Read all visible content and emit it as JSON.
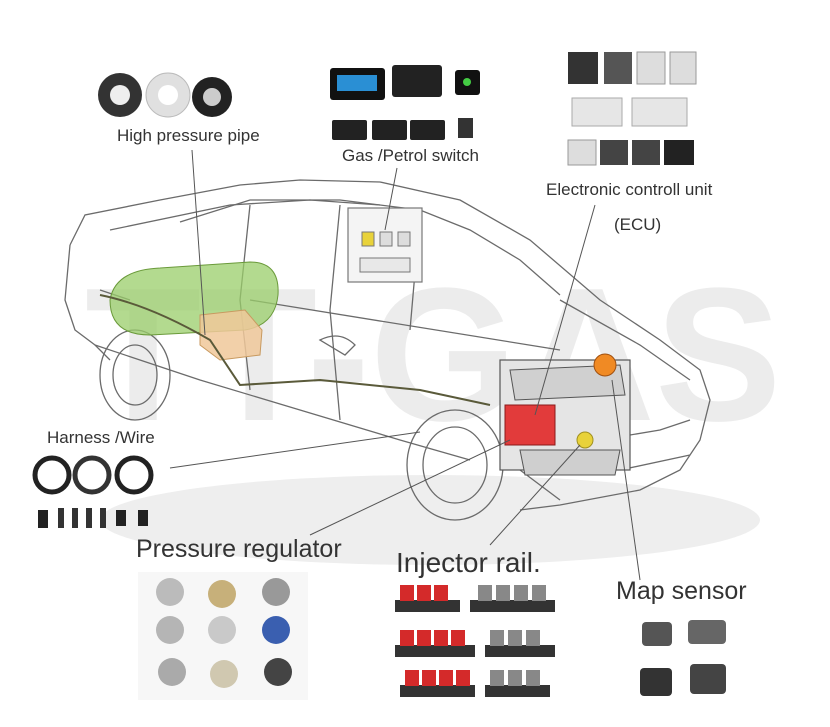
{
  "watermark": "TT-GAS",
  "labels": {
    "high_pressure_pipe": "High pressure pipe",
    "gas_petrol_switch": "Gas /Petrol switch",
    "ecu_line1": "Electronic controll unit",
    "ecu_line2": "(ECU)",
    "harness_wire": "Harness /Wire",
    "pressure_regulator": "Pressure regulator",
    "injector_rail": "Injector rail.",
    "map_sensor": "Map sensor"
  },
  "colors": {
    "tank": "#9acd6a",
    "regulator": "#e23b3b",
    "reducer": "#f0c89a",
    "orange_part": "#f08a24",
    "yellow_part": "#e8d23a",
    "car_line": "#6b6b6b",
    "watermark": "#c9c9c9"
  }
}
